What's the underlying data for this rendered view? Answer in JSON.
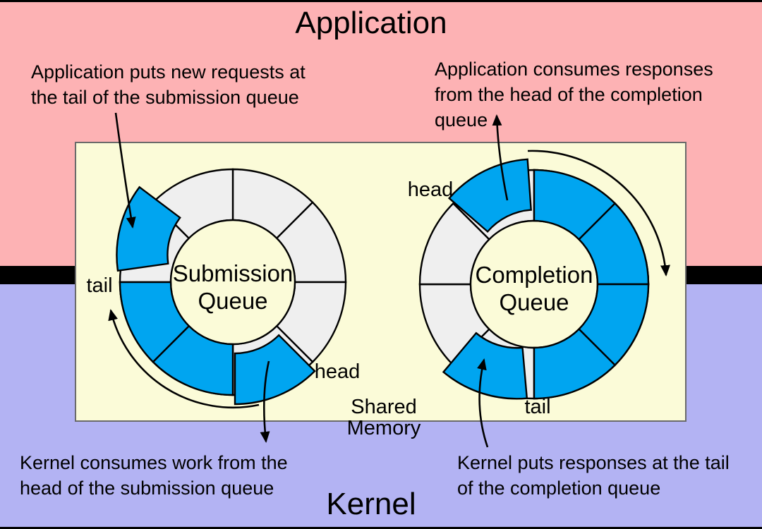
{
  "titles": {
    "application": "Application",
    "kernel": "Kernel"
  },
  "shared_memory": {
    "label": "Shared Memory"
  },
  "annotations": {
    "app_submit": "Application puts new requests at\nthe tail of the submission queue",
    "app_consume": "Application consumes responses\nfrom the head of the completion\nqueue",
    "kernel_consume": "Kernel consumes work from the\nhead of the submission queue",
    "kernel_put": "Kernel puts responses at the tail\nof the completion queue"
  },
  "queues": {
    "submission": {
      "label": "Submission\nQueue",
      "tail_label": "tail",
      "head_label": "head",
      "segment_count": 8,
      "seg_states": [
        "empty",
        "empty",
        "empty",
        "occupied",
        "occupied",
        "occupied",
        "occupied",
        "empty"
      ],
      "exploded_segments": [
        3,
        6
      ]
    },
    "completion": {
      "label": "Completion\nQueue",
      "head_label": "head",
      "tail_label": "tail",
      "segment_count": 8,
      "seg_states": [
        "occupied",
        "occupied",
        "occupied",
        "occupied",
        "occupied",
        "empty",
        "empty",
        "occupied"
      ],
      "exploded_segments": [
        4,
        7
      ]
    }
  },
  "colors": {
    "application-bg": "#fdb2b4",
    "kernel-bg": "#b3b3f3",
    "shared-memory-bg": "#fbfbd8",
    "queue-filled": "#00a5f0",
    "queue-empty": "#efefef",
    "divider": "#000000"
  }
}
